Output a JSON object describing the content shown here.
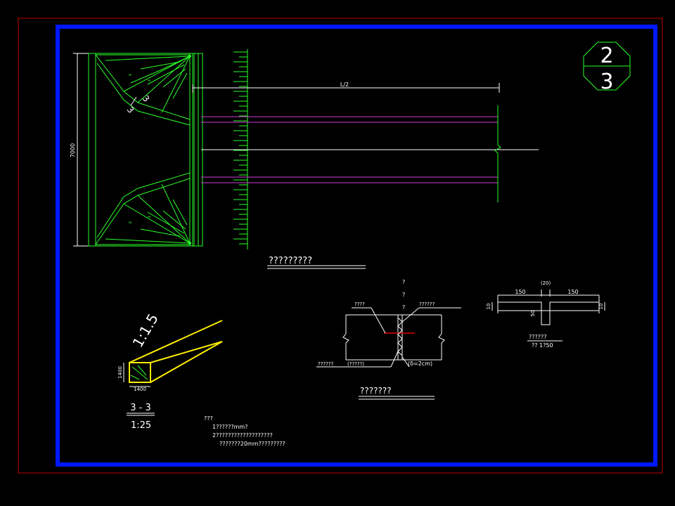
{
  "sheet": {
    "number_top": "2",
    "number_bottom": "3"
  },
  "elevation": {
    "dim_height": "7000",
    "dim_half_span": "L/2",
    "label_3": "3",
    "label_3b": "3",
    "title": "?????????"
  },
  "section": {
    "slope": "1:1.5",
    "dim_w": "1400",
    "dim_h": "1400",
    "title": "3 - 3",
    "scale": "1:25"
  },
  "notes": {
    "heading": "???",
    "line1": "1??????mm?",
    "line2": "2???????????????????",
    "line3": "???????20mm?????????"
  },
  "joint_detail": {
    "q1": "?",
    "q2": "?",
    "q3": "?",
    "label_left_top": "????",
    "label_right_top": "??????",
    "label_left_bottom": "??????",
    "label_mid_bottom": "(?????)",
    "label_delta": "(δ=2cm)",
    "title": "???????"
  },
  "waterstop": {
    "dim_center": "(20)",
    "dim_left": "150",
    "dim_right": "150",
    "dim_lt": "10",
    "dim_rt": "10",
    "dim_bulb": "50",
    "caption": "??????",
    "scale": "??  1?50"
  }
}
